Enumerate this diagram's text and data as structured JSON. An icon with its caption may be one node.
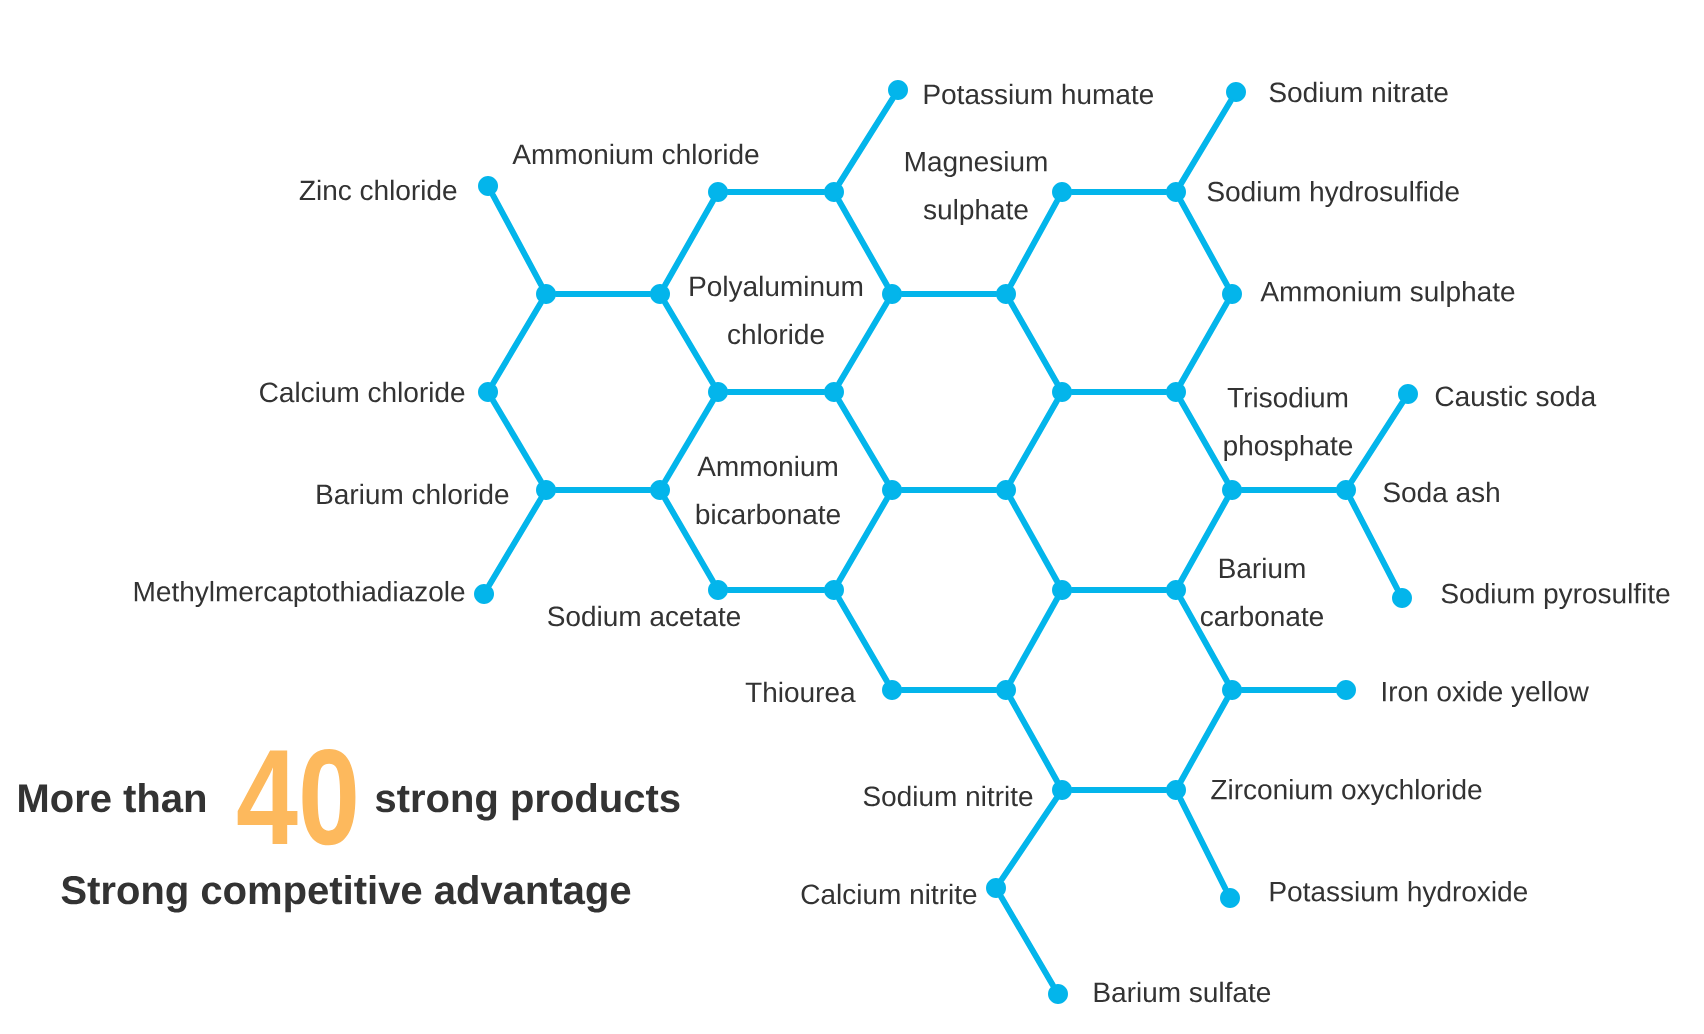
{
  "diagram": {
    "nodes": [
      {
        "text": [],
        "shape": "circle",
        "beside": [
          "Potassium humate"
        ]
      },
      {
        "text": [],
        "shape": "circle",
        "beside": [
          "Sodium nitrate"
        ]
      },
      {
        "text": [],
        "shape": "circle",
        "beside": [
          "Zinc chloride"
        ]
      },
      {
        "text": [],
        "shape": "circle",
        "beside": [
          "Ammonium chloride"
        ]
      },
      {
        "text": [],
        "shape": "circle"
      },
      {
        "text": [],
        "shape": "circle",
        "beside": [
          "Magnesium sulphate"
        ]
      },
      {
        "text": [],
        "shape": "circle",
        "beside": [
          "Sodium hydrosulfide"
        ]
      },
      {
        "text": [],
        "shape": "circle"
      },
      {
        "text": [],
        "shape": "circle",
        "beside": [
          "Polyaluminum chloride"
        ]
      },
      {
        "text": [],
        "shape": "circle"
      },
      {
        "text": [],
        "shape": "circle"
      },
      {
        "text": [],
        "shape": "circle",
        "beside": [
          "Ammonium sulphate"
        ]
      },
      {
        "text": [],
        "shape": "circle",
        "beside": [
          "Calcium chloride"
        ]
      },
      {
        "text": [],
        "shape": "circle"
      },
      {
        "text": [],
        "shape": "circle"
      },
      {
        "text": [],
        "shape": "circle"
      },
      {
        "text": [],
        "shape": "circle"
      },
      {
        "text": [],
        "shape": "circle",
        "beside": [
          "Caustic soda"
        ]
      },
      {
        "text": [],
        "shape": "circle",
        "beside": [
          "Barium chloride"
        ]
      },
      {
        "text": [],
        "shape": "circle",
        "beside": [
          "Ammonium bicarbonate"
        ]
      },
      {
        "text": [],
        "shape": "circle"
      },
      {
        "text": [],
        "shape": "circle"
      },
      {
        "text": [],
        "shape": "circle",
        "beside": [
          "Trisodium phosphate"
        ]
      },
      {
        "text": [],
        "shape": "circle",
        "beside": [
          "Soda ash"
        ]
      },
      {
        "text": [],
        "shape": "circle",
        "beside": [
          "Methylmercaptothiadiazole"
        ]
      },
      {
        "text": [],
        "shape": "circle",
        "beside": [
          "Sodium acetate"
        ]
      },
      {
        "text": [],
        "shape": "circle"
      },
      {
        "text": [],
        "shape": "circle"
      },
      {
        "text": [],
        "shape": "circle",
        "beside": [
          "Barium carbonate"
        ]
      },
      {
        "text": [],
        "shape": "circle",
        "beside": [
          "Sodium pyrosulfite"
        ]
      },
      {
        "text": [],
        "shape": "circle",
        "beside": [
          "Thiourea"
        ]
      },
      {
        "text": [],
        "shape": "circle"
      },
      {
        "text": [],
        "shape": "circle"
      },
      {
        "text": [],
        "shape": "circle",
        "beside": [
          "Iron oxide yellow"
        ]
      },
      {
        "text": [],
        "shape": "circle",
        "beside": [
          "Sodium nitrite"
        ]
      },
      {
        "text": [],
        "shape": "circle",
        "beside": [
          "Zirconium oxychloride"
        ]
      },
      {
        "text": [],
        "shape": "circle",
        "beside": [
          "Calcium nitrite"
        ]
      },
      {
        "text": [],
        "shape": "circle",
        "beside": [
          "Potassium hydroxide"
        ]
      },
      {
        "text": [],
        "shape": "circle",
        "beside": [
          "Barium sulfate"
        ]
      }
    ],
    "edges": [
      {
        "from": 7,
        "to": 8,
        "arrow": "none"
      },
      {
        "from": 8,
        "to": 13,
        "arrow": "none"
      },
      {
        "from": 13,
        "to": 19,
        "arrow": "none"
      },
      {
        "from": 19,
        "to": 18,
        "arrow": "none"
      },
      {
        "from": 18,
        "to": 12,
        "arrow": "none"
      },
      {
        "from": 12,
        "to": 7,
        "arrow": "none"
      },
      {
        "from": 8,
        "to": 3,
        "arrow": "none"
      },
      {
        "from": 3,
        "to": 4,
        "arrow": "none"
      },
      {
        "from": 4,
        "to": 9,
        "arrow": "none"
      },
      {
        "from": 9,
        "to": 14,
        "arrow": "none"
      },
      {
        "from": 14,
        "to": 13,
        "arrow": "none"
      },
      {
        "from": 14,
        "to": 20,
        "arrow": "none"
      },
      {
        "from": 20,
        "to": 26,
        "arrow": "none"
      },
      {
        "from": 26,
        "to": 25,
        "arrow": "none"
      },
      {
        "from": 25,
        "to": 19,
        "arrow": "none"
      },
      {
        "from": 9,
        "to": 10,
        "arrow": "none"
      },
      {
        "from": 10,
        "to": 15,
        "arrow": "none"
      },
      {
        "from": 15,
        "to": 21,
        "arrow": "none"
      },
      {
        "from": 21,
        "to": 20,
        "arrow": "none"
      },
      {
        "from": 10,
        "to": 5,
        "arrow": "none"
      },
      {
        "from": 5,
        "to": 6,
        "arrow": "none"
      },
      {
        "from": 6,
        "to": 11,
        "arrow": "none"
      },
      {
        "from": 11,
        "to": 16,
        "arrow": "none"
      },
      {
        "from": 16,
        "to": 15,
        "arrow": "none"
      },
      {
        "from": 16,
        "to": 22,
        "arrow": "none"
      },
      {
        "from": 22,
        "to": 28,
        "arrow": "none"
      },
      {
        "from": 28,
        "to": 27,
        "arrow": "none"
      },
      {
        "from": 27,
        "to": 21,
        "arrow": "none"
      },
      {
        "from": 27,
        "to": 31,
        "arrow": "none"
      },
      {
        "from": 31,
        "to": 30,
        "arrow": "none"
      },
      {
        "from": 30,
        "to": 26,
        "arrow": "none"
      },
      {
        "from": 28,
        "to": 32,
        "arrow": "none"
      },
      {
        "from": 32,
        "to": 35,
        "arrow": "none"
      },
      {
        "from": 35,
        "to": 34,
        "arrow": "none"
      },
      {
        "from": 34,
        "to": 31,
        "arrow": "none"
      },
      {
        "from": 7,
        "to": 2,
        "arrow": "none"
      },
      {
        "from": 18,
        "to": 24,
        "arrow": "none"
      },
      {
        "from": 4,
        "to": 0,
        "arrow": "none"
      },
      {
        "from": 6,
        "to": 1,
        "arrow": "none"
      },
      {
        "from": 22,
        "to": 23,
        "arrow": "none"
      },
      {
        "from": 23,
        "to": 17,
        "arrow": "none"
      },
      {
        "from": 23,
        "to": 29,
        "arrow": "none"
      },
      {
        "from": 32,
        "to": 33,
        "arrow": "none"
      },
      {
        "from": 35,
        "to": 37,
        "arrow": "none"
      },
      {
        "from": 34,
        "to": 36,
        "arrow": "none"
      },
      {
        "from": 36,
        "to": 38,
        "arrow": "none"
      }
    ],
    "labels": [
      "More than",
      "40",
      "strong products",
      "Strong competitive advantage"
    ]
  }
}
